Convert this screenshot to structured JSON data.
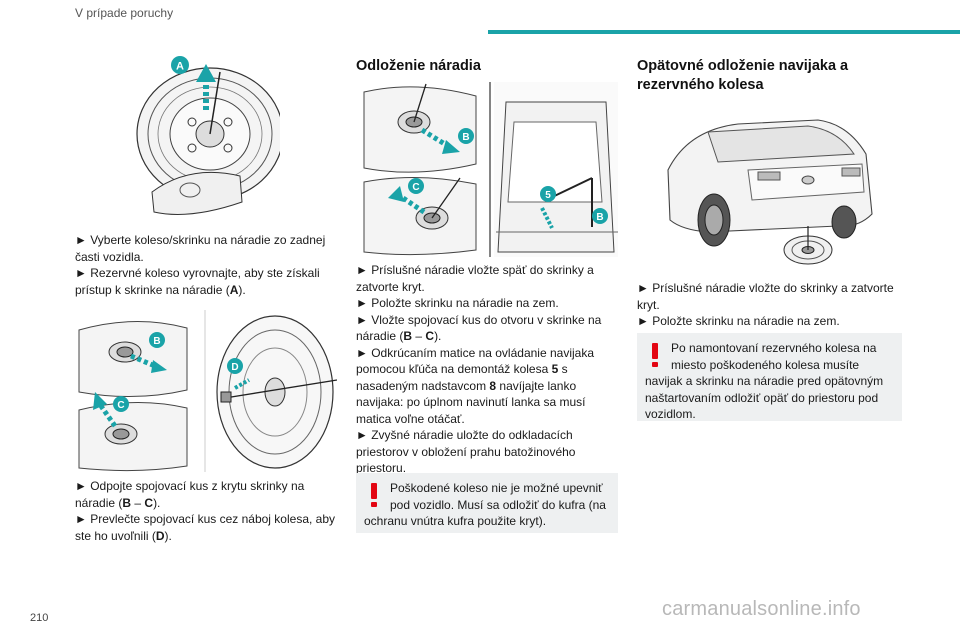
{
  "page": {
    "section_title": "V prípade poruchy",
    "page_number": "210",
    "watermark": "carmanualsonline.info",
    "accent_color": "#1aa3a8",
    "warning_color": "#e30613"
  },
  "col1": {
    "fig1": {
      "label_a": "A"
    },
    "text1": {
      "line1": "► Vyberte koleso/skrinku na náradie zo zadnej časti vozidla.",
      "line2_pre": "► Rezervné koleso vyrovnajte, aby ste získali prístup k skrinke na náradie (",
      "line2_bold": "A",
      "line2_post": ")."
    },
    "fig2": {
      "label_b": "B",
      "label_c": "C",
      "label_d": "D"
    },
    "text2": {
      "line1_pre": "► Odpojte spojovací kus z krytu skrinky na náradie (",
      "line1_b": "B",
      "line1_mid": " – ",
      "line1_c": "C",
      "line1_post": ").",
      "line2_pre": "► Prevlečte spojovací kus cez náboj kolesa, aby ste ho uvoľnili (",
      "line2_bold": "D",
      "line2_post": ")."
    }
  },
  "col2": {
    "heading": "Odloženie náradia",
    "fig": {
      "label_b1": "B",
      "label_c": "C",
      "label_5": "5",
      "label_b2": "B"
    },
    "text": {
      "l1": "► Príslušné náradie vložte späť do skrinky a zatvorte kryt.",
      "l2": "► Položte skrinku na náradie na zem.",
      "l3_pre": "► Vložte spojovací kus do otvoru v skrinke na náradie (",
      "l3_b": "B",
      "l3_mid": " – ",
      "l3_c": "C",
      "l3_post": ").",
      "l4_pre": "► Odkrúcaním matice na ovládanie navijaka pomocou kľúča na demontáž kolesa ",
      "l4_5": "5",
      "l4_mid": " s nasadeným nadstavcom ",
      "l4_8": "8",
      "l4_post": " navíjajte lanko navijaka: po úplnom navinutí lanka sa musí matica voľne otáčať.",
      "l5": "► Zvyšné náradie uložte do odkladacích priestorov v obložení prahu batožinového priestoru."
    },
    "warning": "Poškodené koleso nie je možné upevniť pod vozidlo. Musí sa odložiť do kufra (na ochranu vnútra kufra použite kryt)."
  },
  "col3": {
    "heading": "Opätovné odloženie navijaka a rezervného kolesa",
    "text": {
      "l1": "► Príslušné náradie vložte do skrinky a zatvorte kryt.",
      "l2": "► Položte skrinku na náradie na zem."
    },
    "warning": "Po namontovaní rezervného kolesa na miesto poškodeného kolesa musíte navijak a skrinku na náradie pred opätovným naštartovaním odložiť opäť do priestoru pod vozidlom."
  }
}
